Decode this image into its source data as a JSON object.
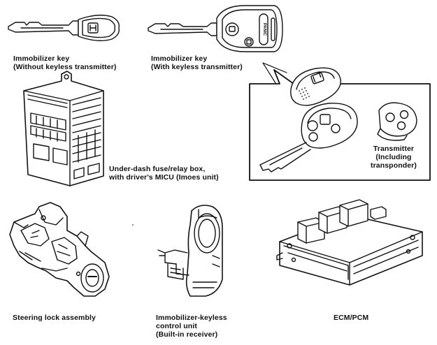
{
  "labels": {
    "key_plain": [
      "Immobilizer key",
      "(Without keyless transmitter)"
    ],
    "key_remote": [
      "Immobilizer key",
      "(With keyless transmitter)"
    ],
    "transmitter": [
      "Transmitter",
      "(Including",
      "transponder)"
    ],
    "fuse_box": [
      "Under-dash fuse/relay box,",
      "with driver's MICU (Imoes unit)"
    ],
    "steering_lock": [
      "Steering lock assembly"
    ],
    "control_unit": [
      "Immobilizer-keyless",
      "control unit",
      "(Built-in receiver)"
    ],
    "ecm": [
      "ECM/PCM"
    ]
  },
  "key_button_text": "PANIC"
}
